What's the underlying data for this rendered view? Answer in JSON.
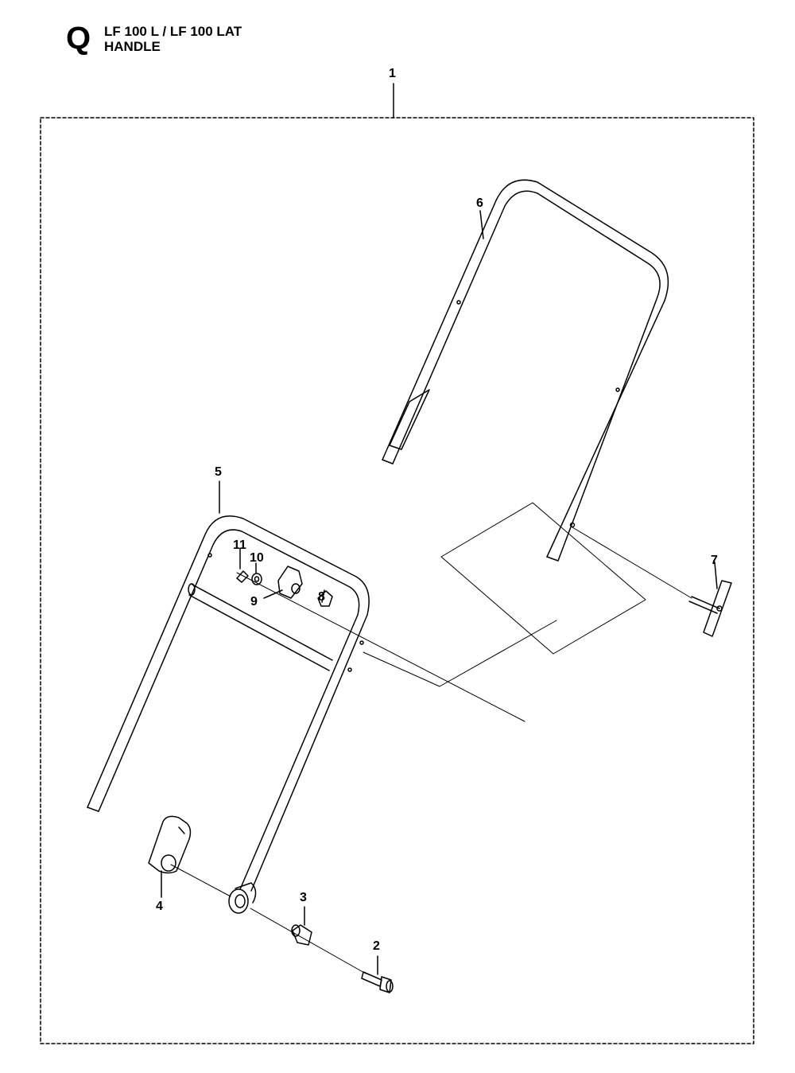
{
  "header": {
    "section_letter": "Q",
    "model_line": "LF 100 L / LF 100 LAT",
    "section_title": "HANDLE"
  },
  "diagram": {
    "callouts": [
      {
        "id": "1",
        "label": "1"
      },
      {
        "id": "2",
        "label": "2"
      },
      {
        "id": "3",
        "label": "3"
      },
      {
        "id": "4",
        "label": "4"
      },
      {
        "id": "5",
        "label": "5"
      },
      {
        "id": "6",
        "label": "6"
      },
      {
        "id": "7",
        "label": "7"
      },
      {
        "id": "8",
        "label": "8"
      },
      {
        "id": "9",
        "label": "9"
      },
      {
        "id": "10",
        "label": "10"
      },
      {
        "id": "11",
        "label": "11"
      }
    ]
  },
  "colors": {
    "line": "#000000",
    "background": "#ffffff"
  }
}
